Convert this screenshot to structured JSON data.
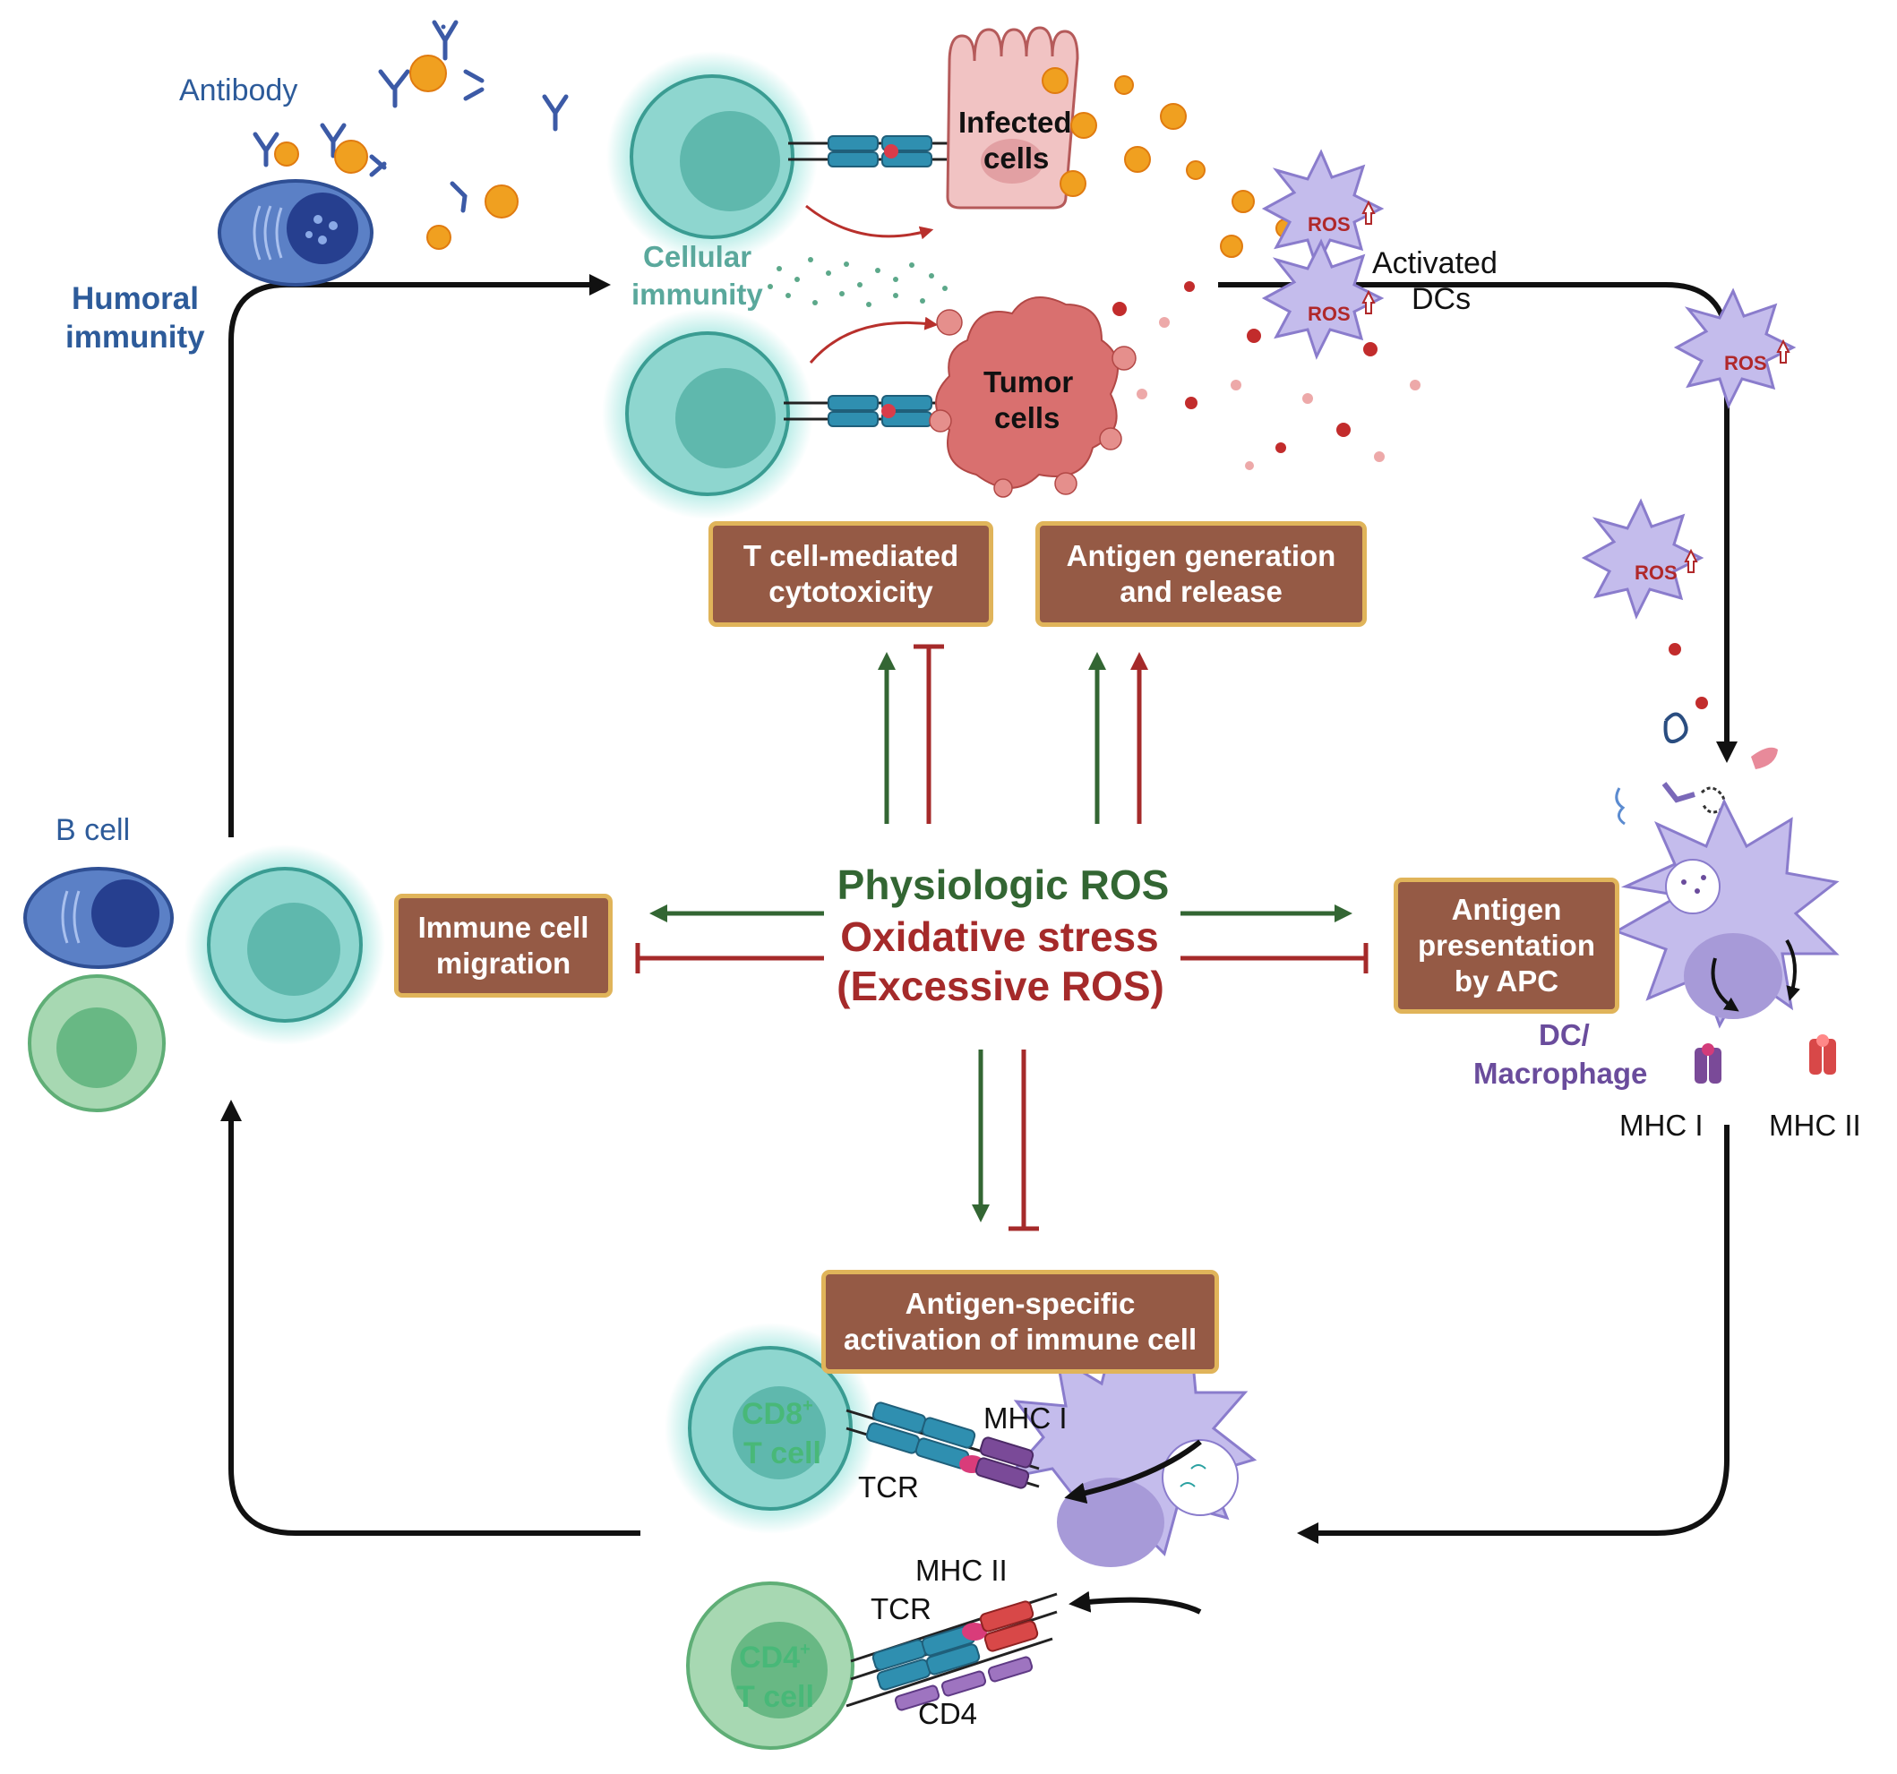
{
  "labels": {
    "antibody": "Antibody",
    "humoral_immunity": "Humoral\nimmunity",
    "cellular_immunity": "Cellular\nimmunity",
    "infected_cells": "Infected\ncells",
    "tumor_cells": "Tumor\ncells",
    "activated_dcs": "Activated\nDCs",
    "ros": "ROS",
    "b_cell": "B cell",
    "dc_macrophage": "DC/\nMacrophage",
    "mhc_i": "MHC I",
    "mhc_ii": "MHC II",
    "cd8_t_cell_prefix": "CD8",
    "cd8_t_cell_sup": "+",
    "cd8_t_cell_suffix": "T cell",
    "cd4_t_cell_prefix": "CD4",
    "cd4_t_cell_sup": "+",
    "cd4_t_cell_suffix": "T cell",
    "tcr": "TCR",
    "cd4": "CD4"
  },
  "boxes": {
    "t_cell_cytotoxicity": "T cell-mediated\ncytotoxicity",
    "antigen_generation": "Antigen generation\nand release",
    "immune_cell_migration": "Immune cell\nmigration",
    "antigen_presentation": "Antigen\npresentation\nby APC",
    "antigen_specific_activation": "Antigen-specific\nactivation of immune cell"
  },
  "center": {
    "physiologic": "Physiologic ROS",
    "oxidative": "Oxidative stress",
    "excessive": "(Excessive ROS)"
  },
  "colors": {
    "green_arrow": "#336633",
    "red_arrow": "#a52a2a",
    "box_fill": "#955a45",
    "box_border": "#e0b45a",
    "teal_cell": "#8ed6cf",
    "dc_purple": "#c4bcec",
    "blue_label": "#2d5b9a",
    "purple_label": "#6a4c9c"
  }
}
